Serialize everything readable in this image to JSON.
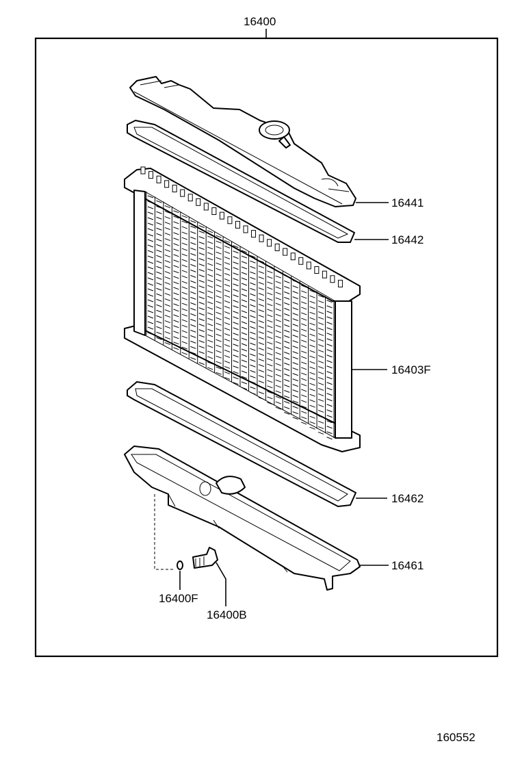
{
  "diagram": {
    "assembly_number": "16400",
    "figure_number": "160552",
    "parts": [
      {
        "id": "upper-tank",
        "number": "16441"
      },
      {
        "id": "upper-gasket",
        "number": "16442"
      },
      {
        "id": "core",
        "number": "16403F"
      },
      {
        "id": "lower-gasket",
        "number": "16462"
      },
      {
        "id": "lower-tank",
        "number": "16461"
      },
      {
        "id": "o-ring",
        "number": "16400F"
      },
      {
        "id": "drain-cock",
        "number": "16400B"
      }
    ]
  }
}
